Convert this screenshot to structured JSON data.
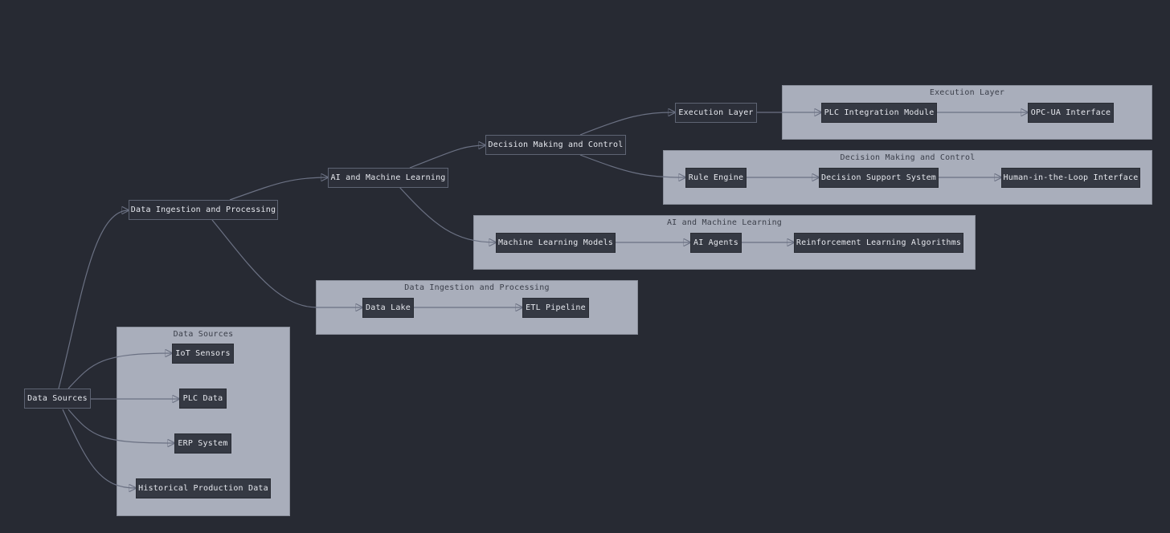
{
  "colors": {
    "background": "#272a33",
    "cluster_fill": "#a9aebb",
    "node_fill": "#353943",
    "edge": "#6b7183"
  },
  "clusters": {
    "data_sources": "Data Sources",
    "ingestion": "Data Ingestion and Processing",
    "ai_ml": "AI and Machine Learning",
    "decision": "Decision Making and Control",
    "execution": "Execution Layer"
  },
  "nodes": {
    "data_sources": "Data Sources",
    "data_ingestion": "Data Ingestion and Processing",
    "ai_ml": "AI and Machine Learning",
    "decision": "Decision Making and Control",
    "execution": "Execution Layer",
    "iot_sensors": "IoT Sensors",
    "plc_data": "PLC Data",
    "erp_system": "ERP System",
    "historical_data": "Historical Production Data",
    "data_lake": "Data Lake",
    "etl_pipeline": "ETL Pipeline",
    "ml_models": "Machine Learning Models",
    "ai_agents": "AI Agents",
    "rl_algorithms": "Reinforcement Learning Algorithms",
    "rule_engine": "Rule Engine",
    "dss": "Decision Support System",
    "hitl": "Human-in-the-Loop Interface",
    "plc_integration": "PLC Integration Module",
    "opcua": "OPC-UA Interface"
  }
}
